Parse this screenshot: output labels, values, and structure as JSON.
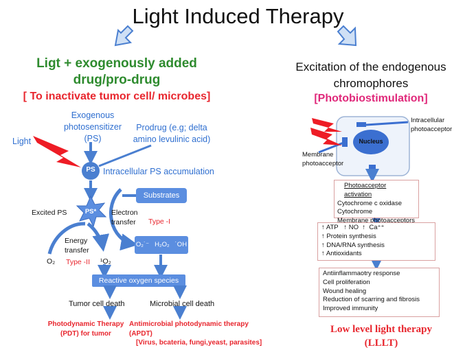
{
  "title": "Light Induced Therapy",
  "left": {
    "heading_line1": "Ligt + exogenously added",
    "heading_line2": "drug/pro-drug",
    "subheading": "[ To inactivate tumor cell/ microbes]",
    "exogenous_ps": [
      "Exogenous",
      "photosensitizer",
      "(PS)"
    ],
    "prodrug": [
      "Prodrug (e.g; delta",
      "amino levulinic acid)"
    ],
    "light_label": "Light",
    "ps_label": "PS",
    "intracellular_accumulation": "Intracellular PS accumulation",
    "excited_ps_label": "Excited PS",
    "ps_star": "PS*",
    "substrates": "Substrates",
    "electron_transfer": [
      "Electron",
      "transfer"
    ],
    "type_1": "Type -I",
    "energy_transfer": [
      "Energy",
      "transfer"
    ],
    "o2": "O₂",
    "type_2": "Type -II",
    "singlet_o2": "¹O₂",
    "ros_species": "O₂˙⁻   H₂O₂   ˙OH",
    "ros": "Reactive oxygen species",
    "tumor_death": "Tumor cell death",
    "microbial_death": "Microbial cell death",
    "pdt": [
      "Photodynamic Therapy",
      "(PDT) for tumor"
    ],
    "apdt": [
      "Antimicrobial photodynamic therapy (APDT)",
      "[Virus, bcateria, fungi,yeast, parasites]"
    ]
  },
  "right": {
    "heading_line1": "Excitation of the endogenous",
    "heading_line2": "chromophores",
    "subheading": "[Photobiostimulation]",
    "nucleus": "Nucleus",
    "intracellular_photoacceptor": [
      "Intracellular",
      "photoacceptor"
    ],
    "membrane_photoacceptor": [
      "Membrane",
      "photoacceptor"
    ],
    "activation_title": "Photoacceptor activation",
    "activation_items": [
      "Cytochrome c oxidase",
      "Cytochrome",
      "Membrane photoacceptors"
    ],
    "effects": [
      "↑ ATP   ↑ NO  ↑  Ca⁺⁺",
      "↑  Protein synthesis",
      "↑  DNA/RNA synthesis",
      "↑ Antioxidants"
    ],
    "outcomes": [
      "Antiinflammaotry response",
      "Cell proliferation",
      "Wound healing",
      "Reduction of scarring  and fibrosis",
      "Improved immunity"
    ],
    "lllt": [
      "Low level light therapy",
      "(LLLT)"
    ]
  },
  "colors": {
    "green": "#2e8b2e",
    "red": "#e8262e",
    "magenta": "#e0287a",
    "blue": "#3f74c4",
    "light_blue": "#2f6fd0",
    "black": "#111111"
  }
}
